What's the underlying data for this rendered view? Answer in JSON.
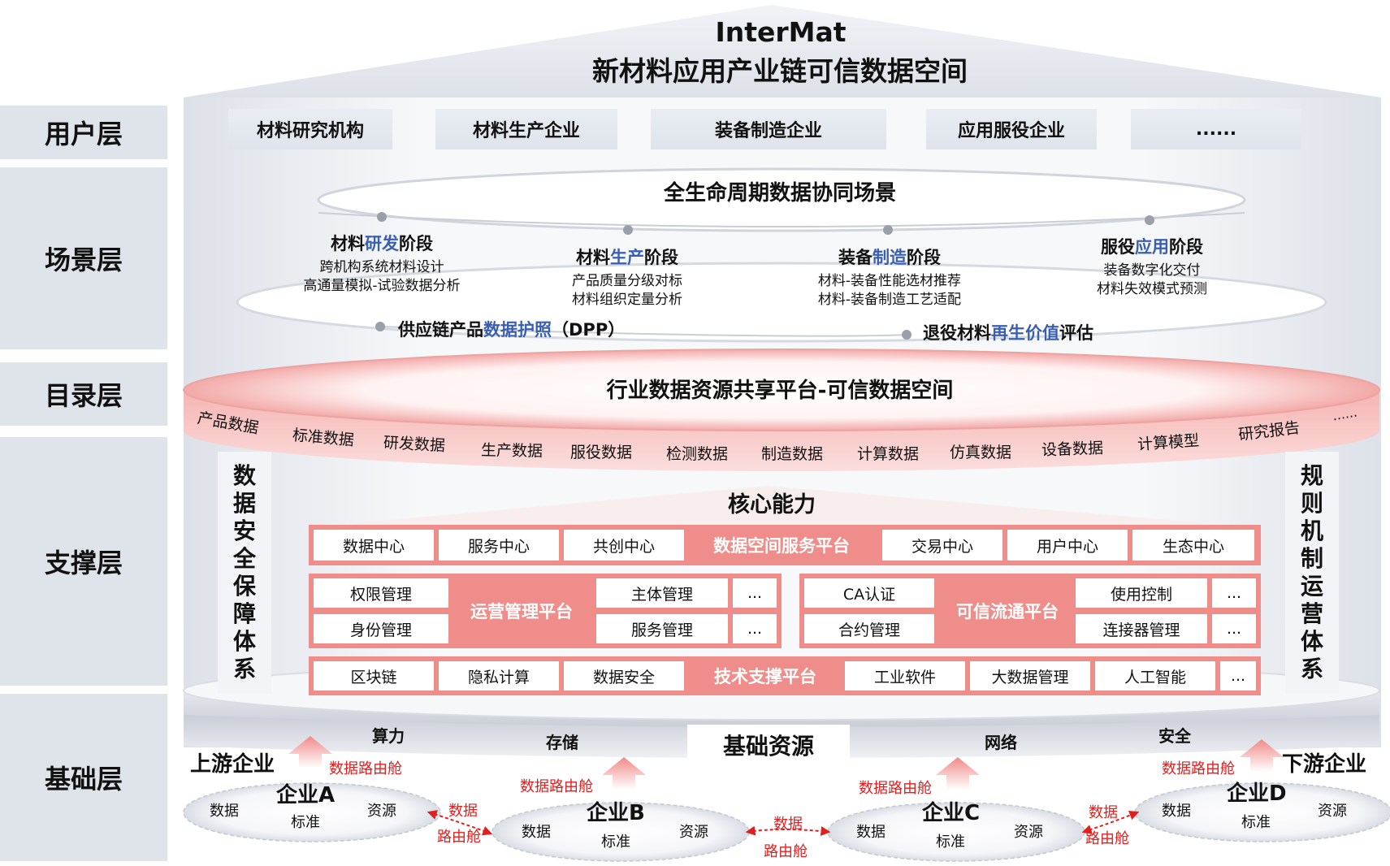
{
  "header": {
    "title": "InterMat",
    "subtitle": "新材料应用产业链可信数据空间"
  },
  "layers": {
    "user": "用户层",
    "scene": "场景层",
    "catalog": "目录层",
    "support": "支撑层",
    "base": "基础层"
  },
  "users": [
    "材料研究机构",
    "材料生产企业",
    "装备制造企业",
    "应用服役企业",
    "......"
  ],
  "scene": {
    "title": "全生命周期数据协同场景",
    "stages": [
      {
        "pre": "材料",
        "hl": "研发",
        "post": "阶段",
        "desc1": "跨机构系统材料设计",
        "desc2": "高通量模拟-试验数据分析"
      },
      {
        "pre": "材料",
        "hl": "生产",
        "post": "阶段",
        "desc1": "产品质量分级对标",
        "desc2": "材料组织定量分析"
      },
      {
        "pre": "装备",
        "hl": "制造",
        "post": "阶段",
        "desc1": "材料-装备性能选材推荐",
        "desc2": "材料-装备制造工艺适配"
      },
      {
        "pre": "服役",
        "hl": "应用",
        "post": "阶段",
        "desc1": "装备数字化交付",
        "desc2": "材料失效模式预测"
      }
    ],
    "extra1": {
      "pre": "供应链产品",
      "hl": "数据护照",
      "post": "（DPP）"
    },
    "extra2": {
      "pre": "退役材料",
      "hl": "再生价值",
      "post": "评估"
    }
  },
  "catalog": {
    "title": "行业数据资源共享平台-可信数据空间",
    "items": [
      "产品数据",
      "标准数据",
      "研发数据",
      "生产数据",
      "服役数据",
      "检测数据",
      "制造数据",
      "计算数据",
      "仿真数据",
      "设备数据",
      "计算模型",
      "研究报告",
      "......"
    ]
  },
  "support": {
    "left_bar": [
      "数",
      "据",
      "安",
      "全",
      "保",
      "障",
      "体",
      "系"
    ],
    "right_bar": [
      "规",
      "则",
      "机",
      "制",
      "运",
      "营",
      "体",
      "系"
    ],
    "core_title": "核心能力",
    "dss": {
      "title": "数据空间服务平台",
      "left": [
        "数据中心",
        "服务中心",
        "共创中心"
      ],
      "right": [
        "交易中心",
        "用户中心",
        "生态中心"
      ]
    },
    "ops": {
      "title": "运营管理平台",
      "left": [
        "权限管理",
        "身份管理"
      ],
      "right": [
        "主体管理",
        "服务管理"
      ],
      "more": [
        "...",
        "..."
      ]
    },
    "trust": {
      "title": "可信流通平台",
      "left": [
        "CA认证",
        "合约管理"
      ],
      "right": [
        "使用控制",
        "连接器管理"
      ],
      "more": [
        "...",
        "..."
      ]
    },
    "tech": {
      "title": "技术支撑平台",
      "left": [
        "区块链",
        "隐私计算",
        "数据安全"
      ],
      "right": [
        "工业软件",
        "大数据管理",
        "人工智能"
      ],
      "more": "..."
    }
  },
  "base": {
    "title": "基础资源",
    "resources": [
      "算力",
      "存储",
      "网络",
      "安全"
    ],
    "upstream": "上游企业",
    "downstream": "下游企业",
    "router": "数据路由舱",
    "link_top": "数据",
    "link_bottom": "路由舱",
    "enterprises": [
      {
        "name": "企业A",
        "a": "数据",
        "b": "标准",
        "c": "资源"
      },
      {
        "name": "企业B",
        "a": "数据",
        "b": "标准",
        "c": "资源"
      },
      {
        "name": "企业C",
        "a": "数据",
        "b": "标准",
        "c": "资源"
      },
      {
        "name": "企业D",
        "a": "数据",
        "b": "标准",
        "c": "资源"
      }
    ]
  },
  "colors": {
    "accent_red": "#ef8d8b",
    "highlight_blue": "#3b5fb0",
    "label_bg": "#dfe3ea",
    "router_red": "#e02020"
  }
}
